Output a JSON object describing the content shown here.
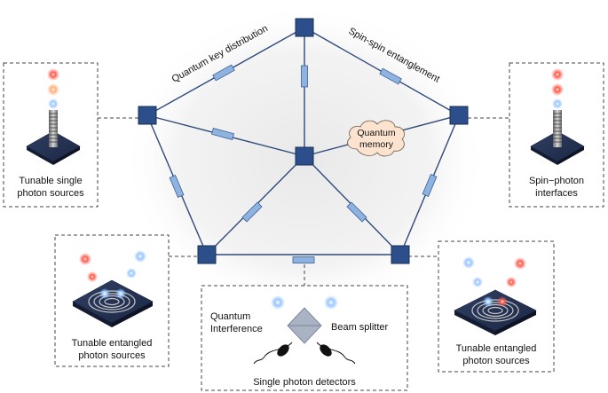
{
  "links": {
    "qkd": "Quantum key distribution",
    "spin_spin": "Spin-spin entanglement"
  },
  "memory": {
    "line1": "Quantum",
    "line2": "memory"
  },
  "panels": {
    "left_top": {
      "line1": "Tunable single",
      "line2": "photon sources"
    },
    "right_top": {
      "line1": "Spin−photon",
      "line2": "interfaces"
    },
    "left_bottom": {
      "line1": "Tunable entangled",
      "line2": "photon sources"
    },
    "right_bottom": {
      "line1": "Tunable entangled",
      "line2": "photon sources"
    },
    "center": {
      "interference_1": "Quantum",
      "interference_2": "Interference",
      "beam_splitter": "Beam splitter",
      "detectors": "Single photon detectors"
    }
  },
  "colors": {
    "node": "#2c4f8c",
    "edge": "#2f4a7a",
    "link_box": "#8fb3e0",
    "cloud": "#fbe3cf",
    "dashed": "#444444"
  }
}
